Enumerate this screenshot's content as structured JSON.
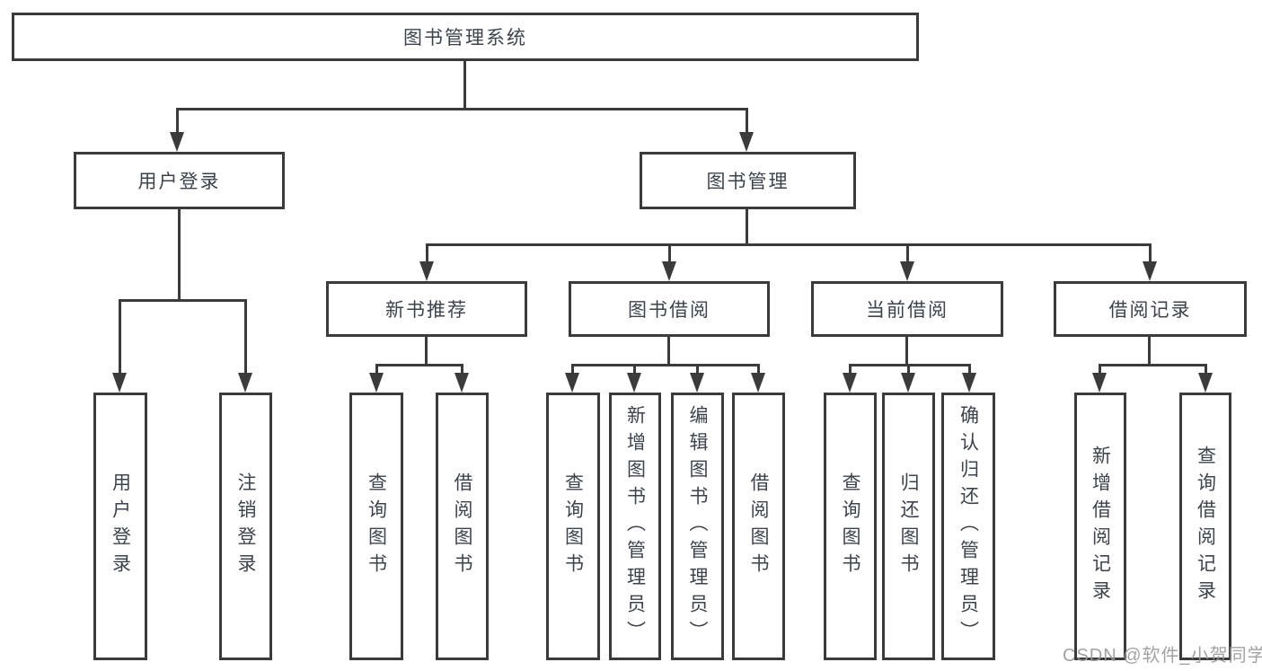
{
  "diagram": {
    "title_node": {
      "label": "图书管理系统"
    },
    "level2": {
      "user_login": {
        "label": "用户登录"
      },
      "book_mgmt": {
        "label": "图书管理"
      }
    },
    "level3": {
      "new_book_rec": {
        "label": "新书推荐"
      },
      "book_borrow": {
        "label": "图书借阅"
      },
      "current_borrow": {
        "label": "当前借阅"
      },
      "borrow_records": {
        "label": "借阅记录"
      }
    },
    "leaves": [
      {
        "label": "用户登录",
        "parent": "用户登录"
      },
      {
        "label": "注销登录",
        "parent": "用户登录"
      },
      {
        "label": "查询图书",
        "parent": "新书推荐"
      },
      {
        "label": "借阅图书",
        "parent": "新书推荐"
      },
      {
        "label": "查询图书",
        "parent": "图书借阅"
      },
      {
        "label": "新增图书（管理员）",
        "parent": "图书借阅"
      },
      {
        "label": "编辑图书（管理员）",
        "parent": "图书借阅"
      },
      {
        "label": "借阅图书",
        "parent": "图书借阅"
      },
      {
        "label": "查询图书",
        "parent": "当前借阅"
      },
      {
        "label": "归还图书",
        "parent": "当前借阅"
      },
      {
        "label": "确认归还（管理员）",
        "parent": "当前借阅"
      },
      {
        "label": "新增借阅记录",
        "parent": "借阅记录"
      },
      {
        "label": "查询借阅记录",
        "parent": "借阅记录"
      }
    ]
  },
  "watermark": {
    "text": "CSDN @软件_小贺同学"
  },
  "colors": {
    "line": "#3b3b3b",
    "text": "#3e434b",
    "watermark": "#9b9b9b",
    "background": "#ffffff"
  }
}
